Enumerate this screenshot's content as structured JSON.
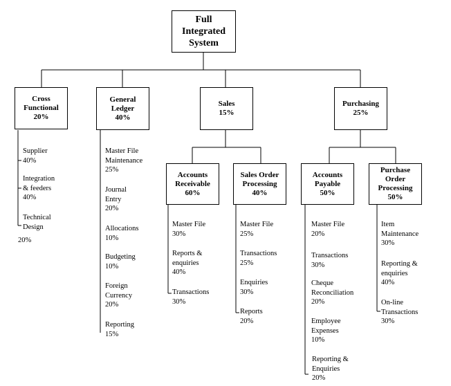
{
  "root": {
    "lines": [
      "Full",
      "Integrated",
      "System"
    ]
  },
  "categories": [
    {
      "lines": [
        "Cross",
        "Functional",
        "20%"
      ],
      "items": [
        [
          "Supplier",
          "40%"
        ],
        [
          "Integration",
          "& feeders",
          "40%"
        ],
        [
          "Technical",
          "Design",
          "20%"
        ]
      ]
    },
    {
      "lines": [
        "General",
        "Ledger",
        "40%"
      ],
      "items": [
        [
          "Master File",
          "Maintenance",
          "25%"
        ],
        [
          "Journal",
          "Entry",
          "20%"
        ],
        [
          "Allocations",
          "10%"
        ],
        [
          "Budgeting",
          "10%"
        ],
        [
          "Foreign",
          "Currency",
          "20%"
        ],
        [
          "Reporting",
          "15%"
        ]
      ]
    },
    {
      "lines": [
        "Sales",
        "15%"
      ],
      "subs": [
        {
          "lines": [
            "Accounts",
            "Receivable",
            "60%"
          ],
          "items": [
            [
              "Master File",
              "30%"
            ],
            [
              "Reports &",
              "enquiries",
              "40%"
            ],
            [
              "Transactions",
              "30%"
            ]
          ]
        },
        {
          "lines": [
            "Sales Order",
            "Processing",
            "40%"
          ],
          "items": [
            [
              "Master File",
              "25%"
            ],
            [
              "Transactions",
              "25%"
            ],
            [
              "Enquiries",
              "30%"
            ],
            [
              "Reports",
              "20%"
            ]
          ]
        }
      ]
    },
    {
      "lines": [
        "Purchasing",
        "25%"
      ],
      "subs": [
        {
          "lines": [
            "Accounts",
            "Payable",
            "50%"
          ],
          "items": [
            [
              "Master File",
              "20%"
            ],
            [
              "Transactions",
              "30%"
            ],
            [
              "Cheque",
              "Reconciliation",
              "20%"
            ],
            [
              "Employee",
              "Expenses",
              "10%"
            ],
            [
              "Reporting &",
              "Enquiries",
              "20%"
            ]
          ]
        },
        {
          "lines": [
            "Purchase",
            "Order",
            "Processing",
            "50%"
          ],
          "items": [
            [
              "Item",
              "Maintenance",
              "30%"
            ],
            [
              "Reporting &",
              "enquiries",
              "40%"
            ],
            [
              "On-line",
              "Transactions",
              "30%"
            ]
          ]
        }
      ]
    }
  ]
}
